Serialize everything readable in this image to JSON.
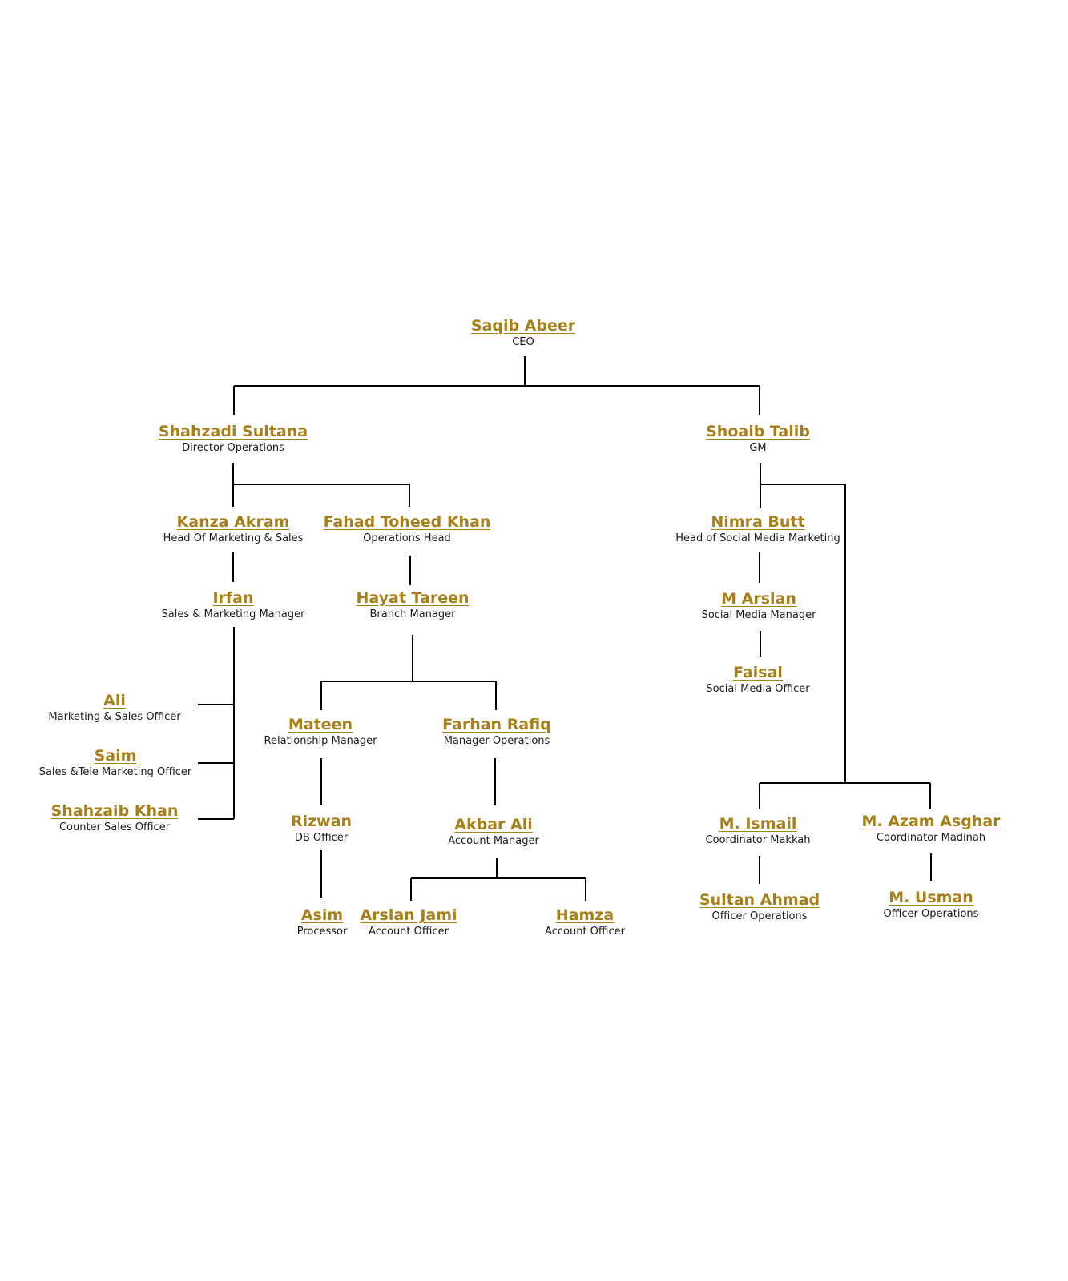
{
  "colors": {
    "name": "#a8801a",
    "title": "#1a1a1a",
    "line": "#000000"
  },
  "nodes": [
    {
      "name": "Saqib Abeer",
      "title": "CEO"
    },
    {
      "name": "Shahzadi Sultana",
      "title": "Director Operations"
    },
    {
      "name": "Shoaib Talib",
      "title": "GM"
    },
    {
      "name": "Kanza Akram",
      "title": "Head Of Marketing & Sales"
    },
    {
      "name": "Fahad Toheed Khan",
      "title": "Operations Head"
    },
    {
      "name": "Nimra Butt",
      "title": "Head of Social Media Marketing"
    },
    {
      "name": "Irfan",
      "title": "Sales & Marketing Manager"
    },
    {
      "name": "Hayat Tareen",
      "title": "Branch Manager"
    },
    {
      "name": "M Arslan",
      "title": "Social Media Manager"
    },
    {
      "name": "Faisal",
      "title": "Social Media Officer"
    },
    {
      "name": "Ali",
      "title": "Marketing & Sales Officer"
    },
    {
      "name": "Saim",
      "title": "Sales &Tele Marketing Officer"
    },
    {
      "name": "Shahzaib Khan",
      "title": "Counter Sales Officer"
    },
    {
      "name": "Mateen",
      "title": "Relationship Manager"
    },
    {
      "name": "Farhan Rafiq",
      "title": "Manager Operations"
    },
    {
      "name": "Rizwan",
      "title": "DB Officer"
    },
    {
      "name": "Akbar Ali",
      "title": "Account Manager"
    },
    {
      "name": "Asim",
      "title": "Processor"
    },
    {
      "name": "Arslan Jami",
      "title": "Account Officer"
    },
    {
      "name": "Hamza",
      "title": "Account Officer"
    },
    {
      "name": "M. Ismail",
      "title": "Coordinator Makkah"
    },
    {
      "name": "M. Azam Asghar",
      "title": "Coordinator Madinah"
    },
    {
      "name": "Sultan Ahmad",
      "title": "Officer Operations"
    },
    {
      "name": "M. Usman",
      "title": "Officer Operations"
    }
  ]
}
